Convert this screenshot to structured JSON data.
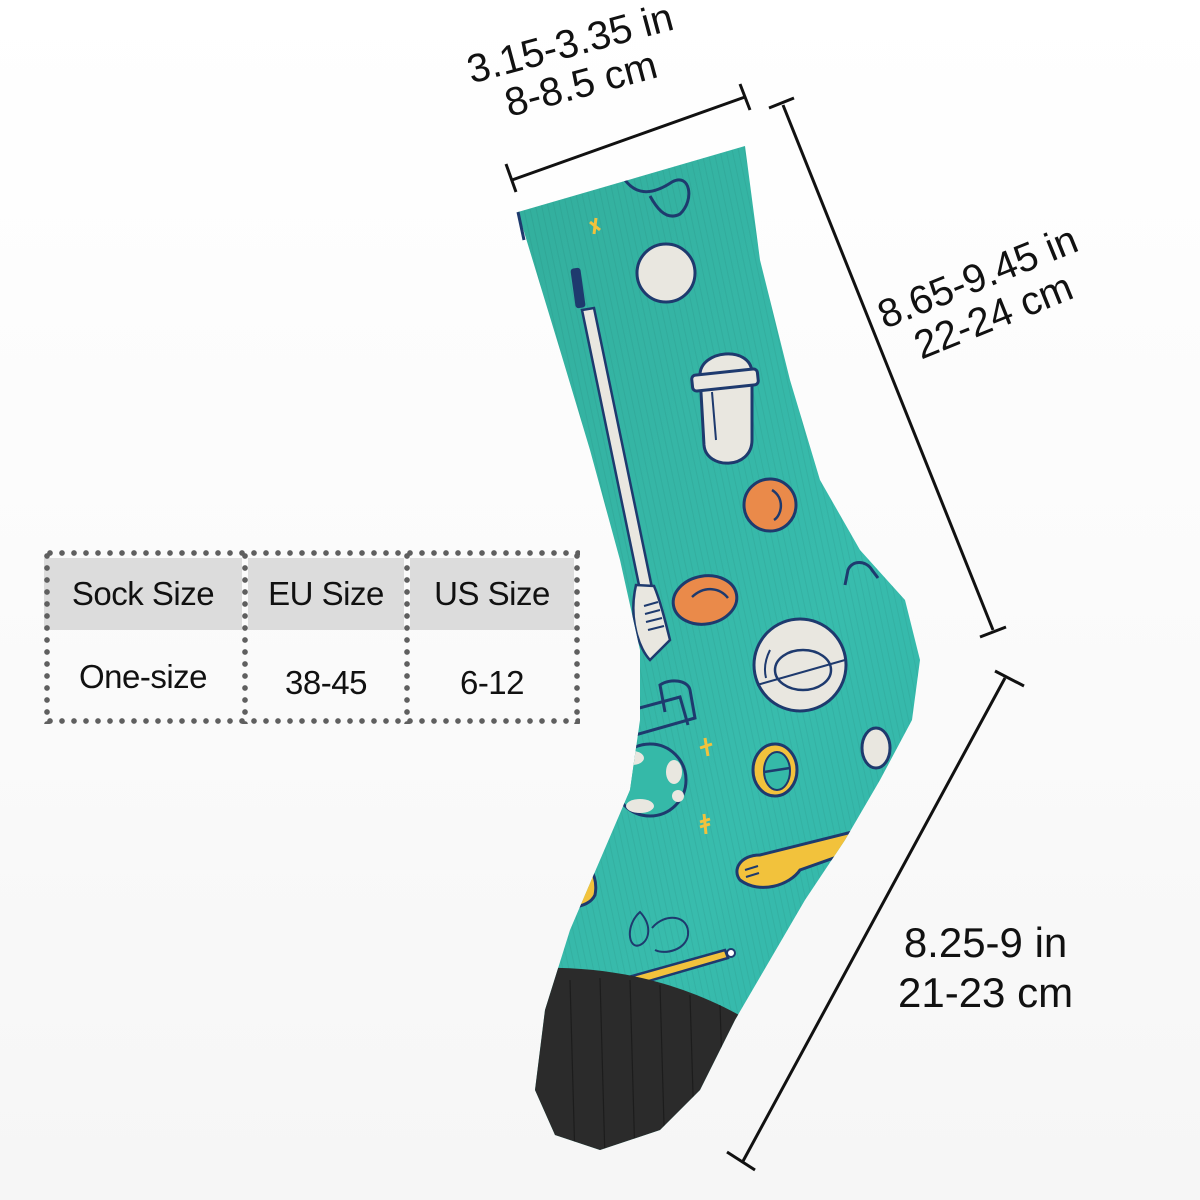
{
  "size_table": {
    "headers": [
      "Sock Size",
      "EU Size",
      "US Size"
    ],
    "row": [
      "One-size",
      "38-45",
      "6-12"
    ],
    "header_bg": "#dcdcdc",
    "border_color": "#5f5f5f"
  },
  "measurements": {
    "top_width": {
      "inches": "3.15-3.35 in",
      "cm": "8-8.5 cm"
    },
    "leg_length": {
      "inches": "8.65-9.45 in",
      "cm": "22-24 cm"
    },
    "foot_length": {
      "inches": "8.25-9 in",
      "cm": "21-23 cm"
    }
  },
  "product": {
    "description": "Teal crew sock with golf-themed print (clubs, balls, golf bag, tees) and black toe",
    "colors": {
      "sock": "#35b9a8",
      "toe": "#2b2b2b",
      "outline": "#1e3a6e",
      "orange": "#ea8a4a",
      "yellow": "#f2c23c",
      "cream": "#e9e7e0"
    }
  }
}
